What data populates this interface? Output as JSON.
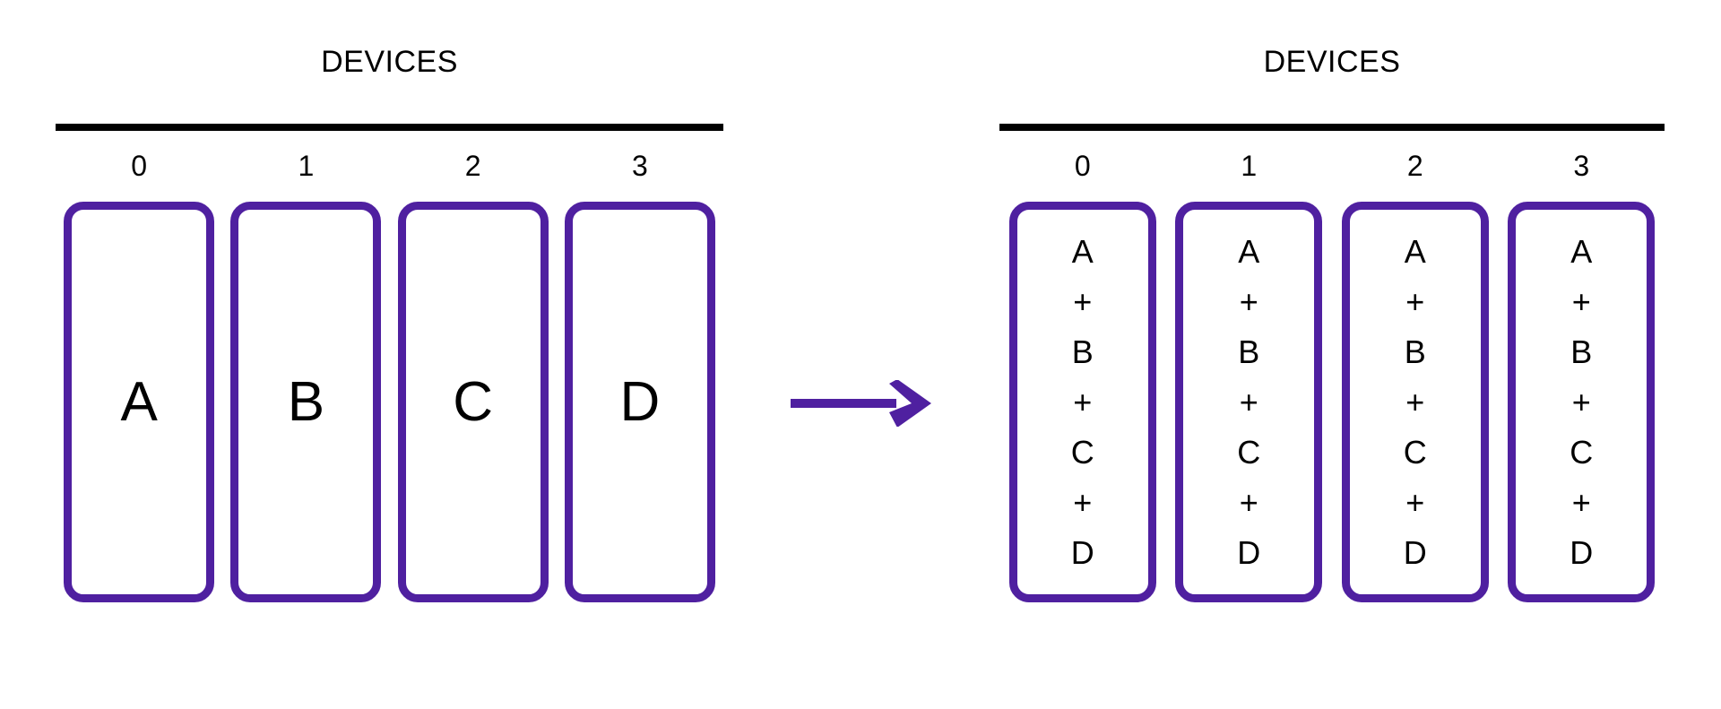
{
  "diagram": {
    "title_implicit": "data sharding to replication across devices",
    "accent_color": "#4F20A0",
    "rule_color": "#000000",
    "background_color": "#FFFFFF"
  },
  "left_group": {
    "header_label": "DEVICES",
    "indices": [
      "0",
      "1",
      "2",
      "3"
    ],
    "boxes": [
      {
        "index": "0",
        "content": [
          "A"
        ]
      },
      {
        "index": "1",
        "content": [
          "B"
        ]
      },
      {
        "index": "2",
        "content": [
          "C"
        ]
      },
      {
        "index": "3",
        "content": [
          "D"
        ]
      }
    ]
  },
  "arrow": {
    "icon": "arrow-right-icon",
    "direction": "right",
    "color": "#4F20A0"
  },
  "right_group": {
    "header_label": "DEVICES",
    "indices": [
      "0",
      "1",
      "2",
      "3"
    ],
    "boxes": [
      {
        "index": "0",
        "content": [
          "A",
          "+",
          "B",
          "+",
          "C",
          "+",
          "D"
        ]
      },
      {
        "index": "1",
        "content": [
          "A",
          "+",
          "B",
          "+",
          "C",
          "+",
          "D"
        ]
      },
      {
        "index": "2",
        "content": [
          "A",
          "+",
          "B",
          "+",
          "C",
          "+",
          "D"
        ]
      },
      {
        "index": "3",
        "content": [
          "A",
          "+",
          "B",
          "+",
          "C",
          "+",
          "D"
        ]
      }
    ]
  }
}
